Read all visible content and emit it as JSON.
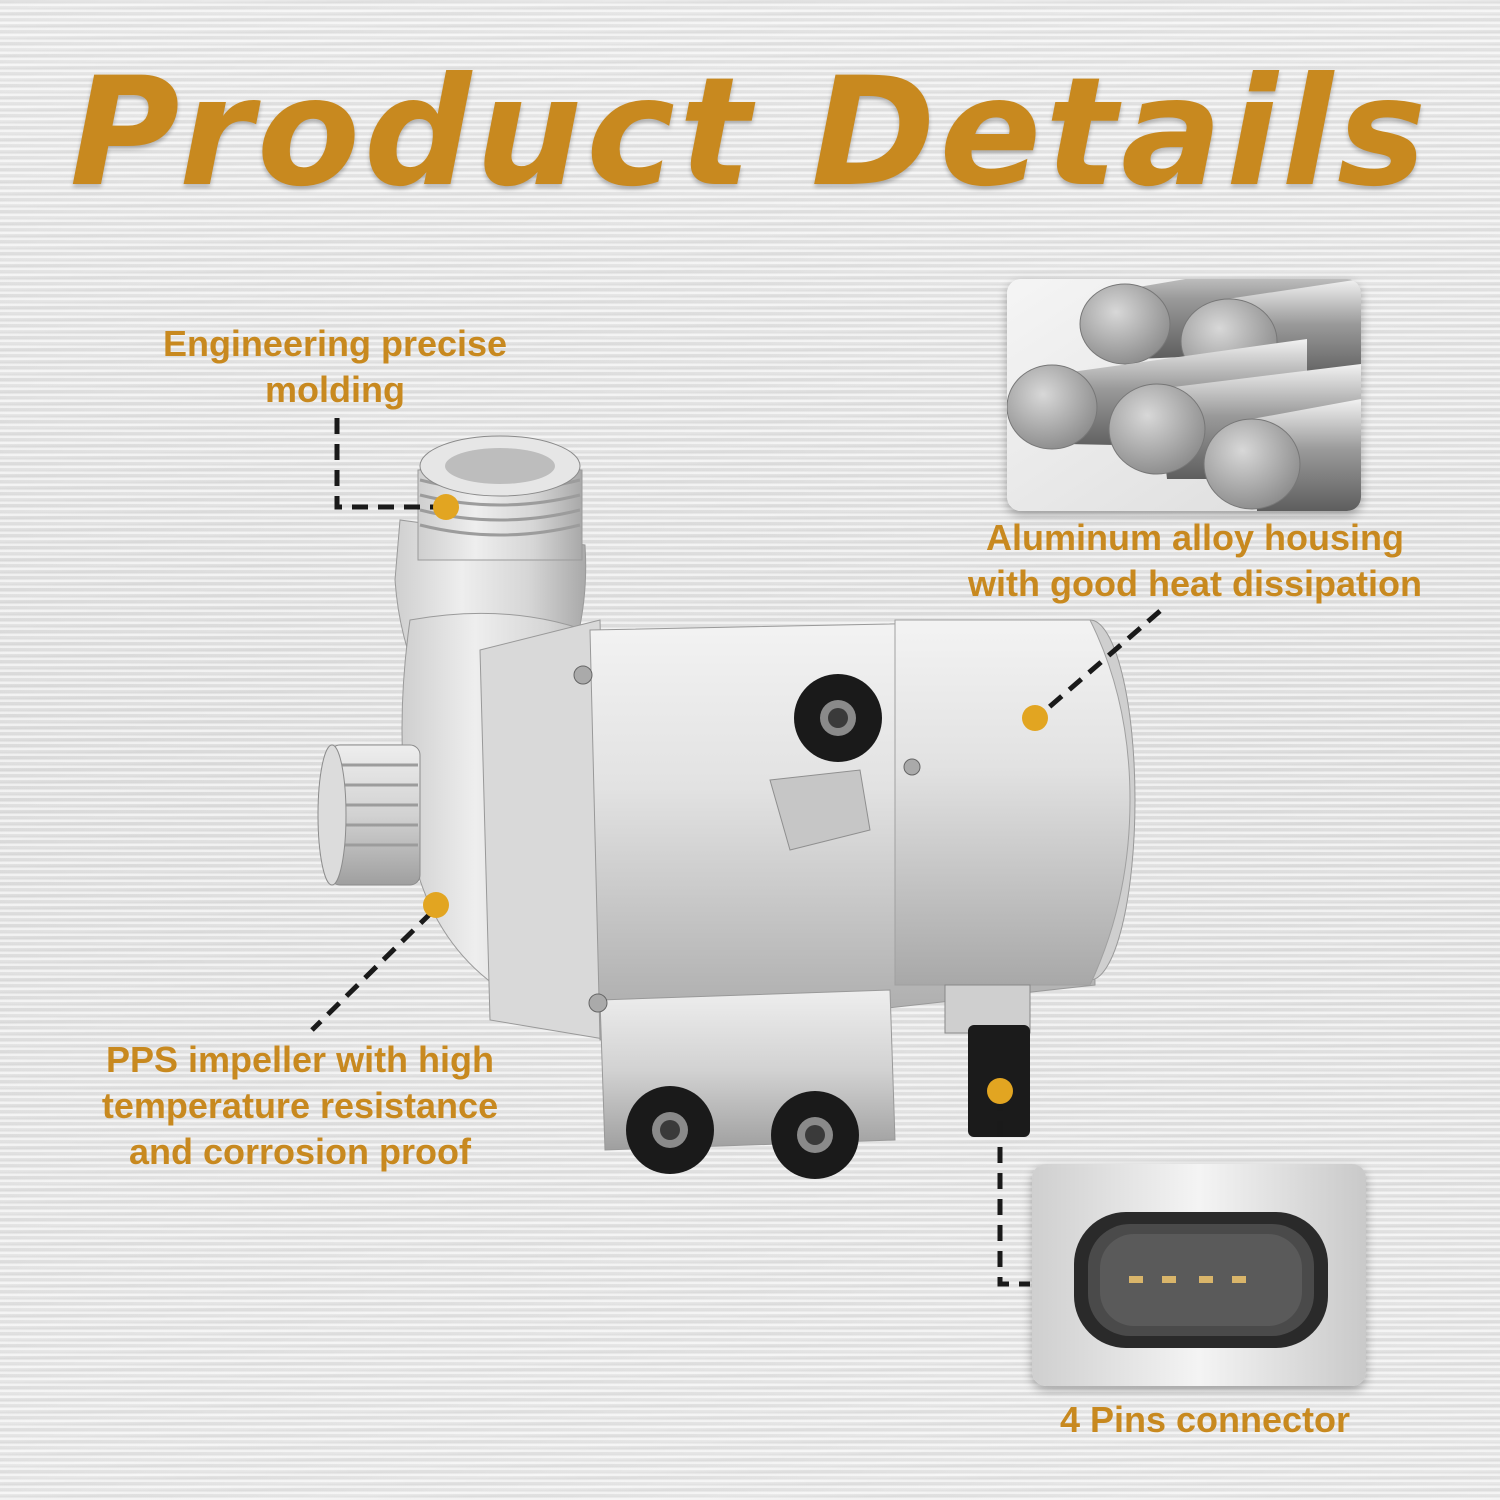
{
  "title": "Product Details",
  "colors": {
    "accent": "#c8891f",
    "dot": "#e2a521",
    "leader": "#1a1a1a"
  },
  "labels": {
    "molding": {
      "line1": "Engineering precise",
      "line2": "molding"
    },
    "housing": {
      "line1": "Aluminum alloy housing",
      "line2": "with good heat dissipation"
    },
    "impeller": {
      "line1": "PPS impeller with high",
      "line2": "temperature resistance",
      "line3": "and corrosion proof"
    },
    "connector": {
      "line1": "4 Pins connector"
    }
  },
  "images": {
    "product": "electric-water-pump",
    "inset_top": "aluminum-rods-photo",
    "inset_bottom": "connector-closeup-photo"
  }
}
